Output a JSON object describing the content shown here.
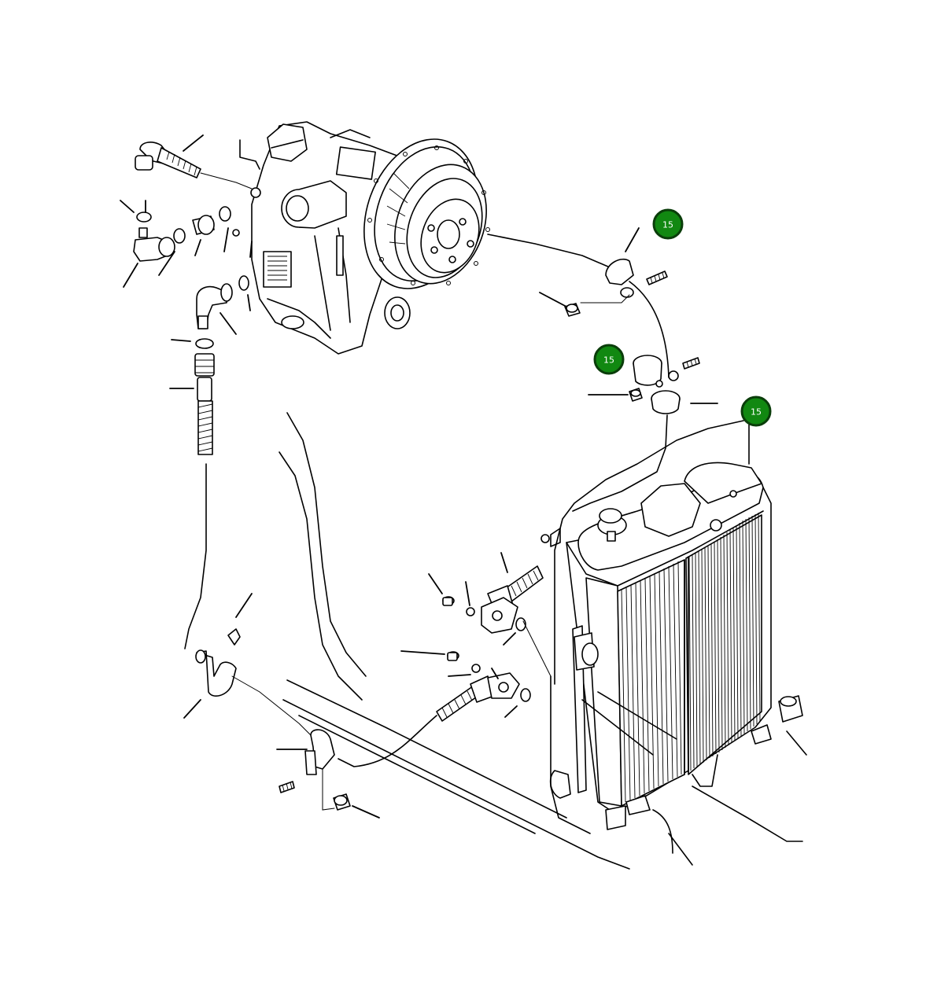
{
  "hotspots": [
    {
      "label": "15"
    },
    {
      "label": "15"
    },
    {
      "label": "15"
    }
  ],
  "colors": {
    "hotspot_fill": "#118811",
    "hotspot_border": "#0a3d0a",
    "line": "#000000",
    "background": "#ffffff"
  }
}
